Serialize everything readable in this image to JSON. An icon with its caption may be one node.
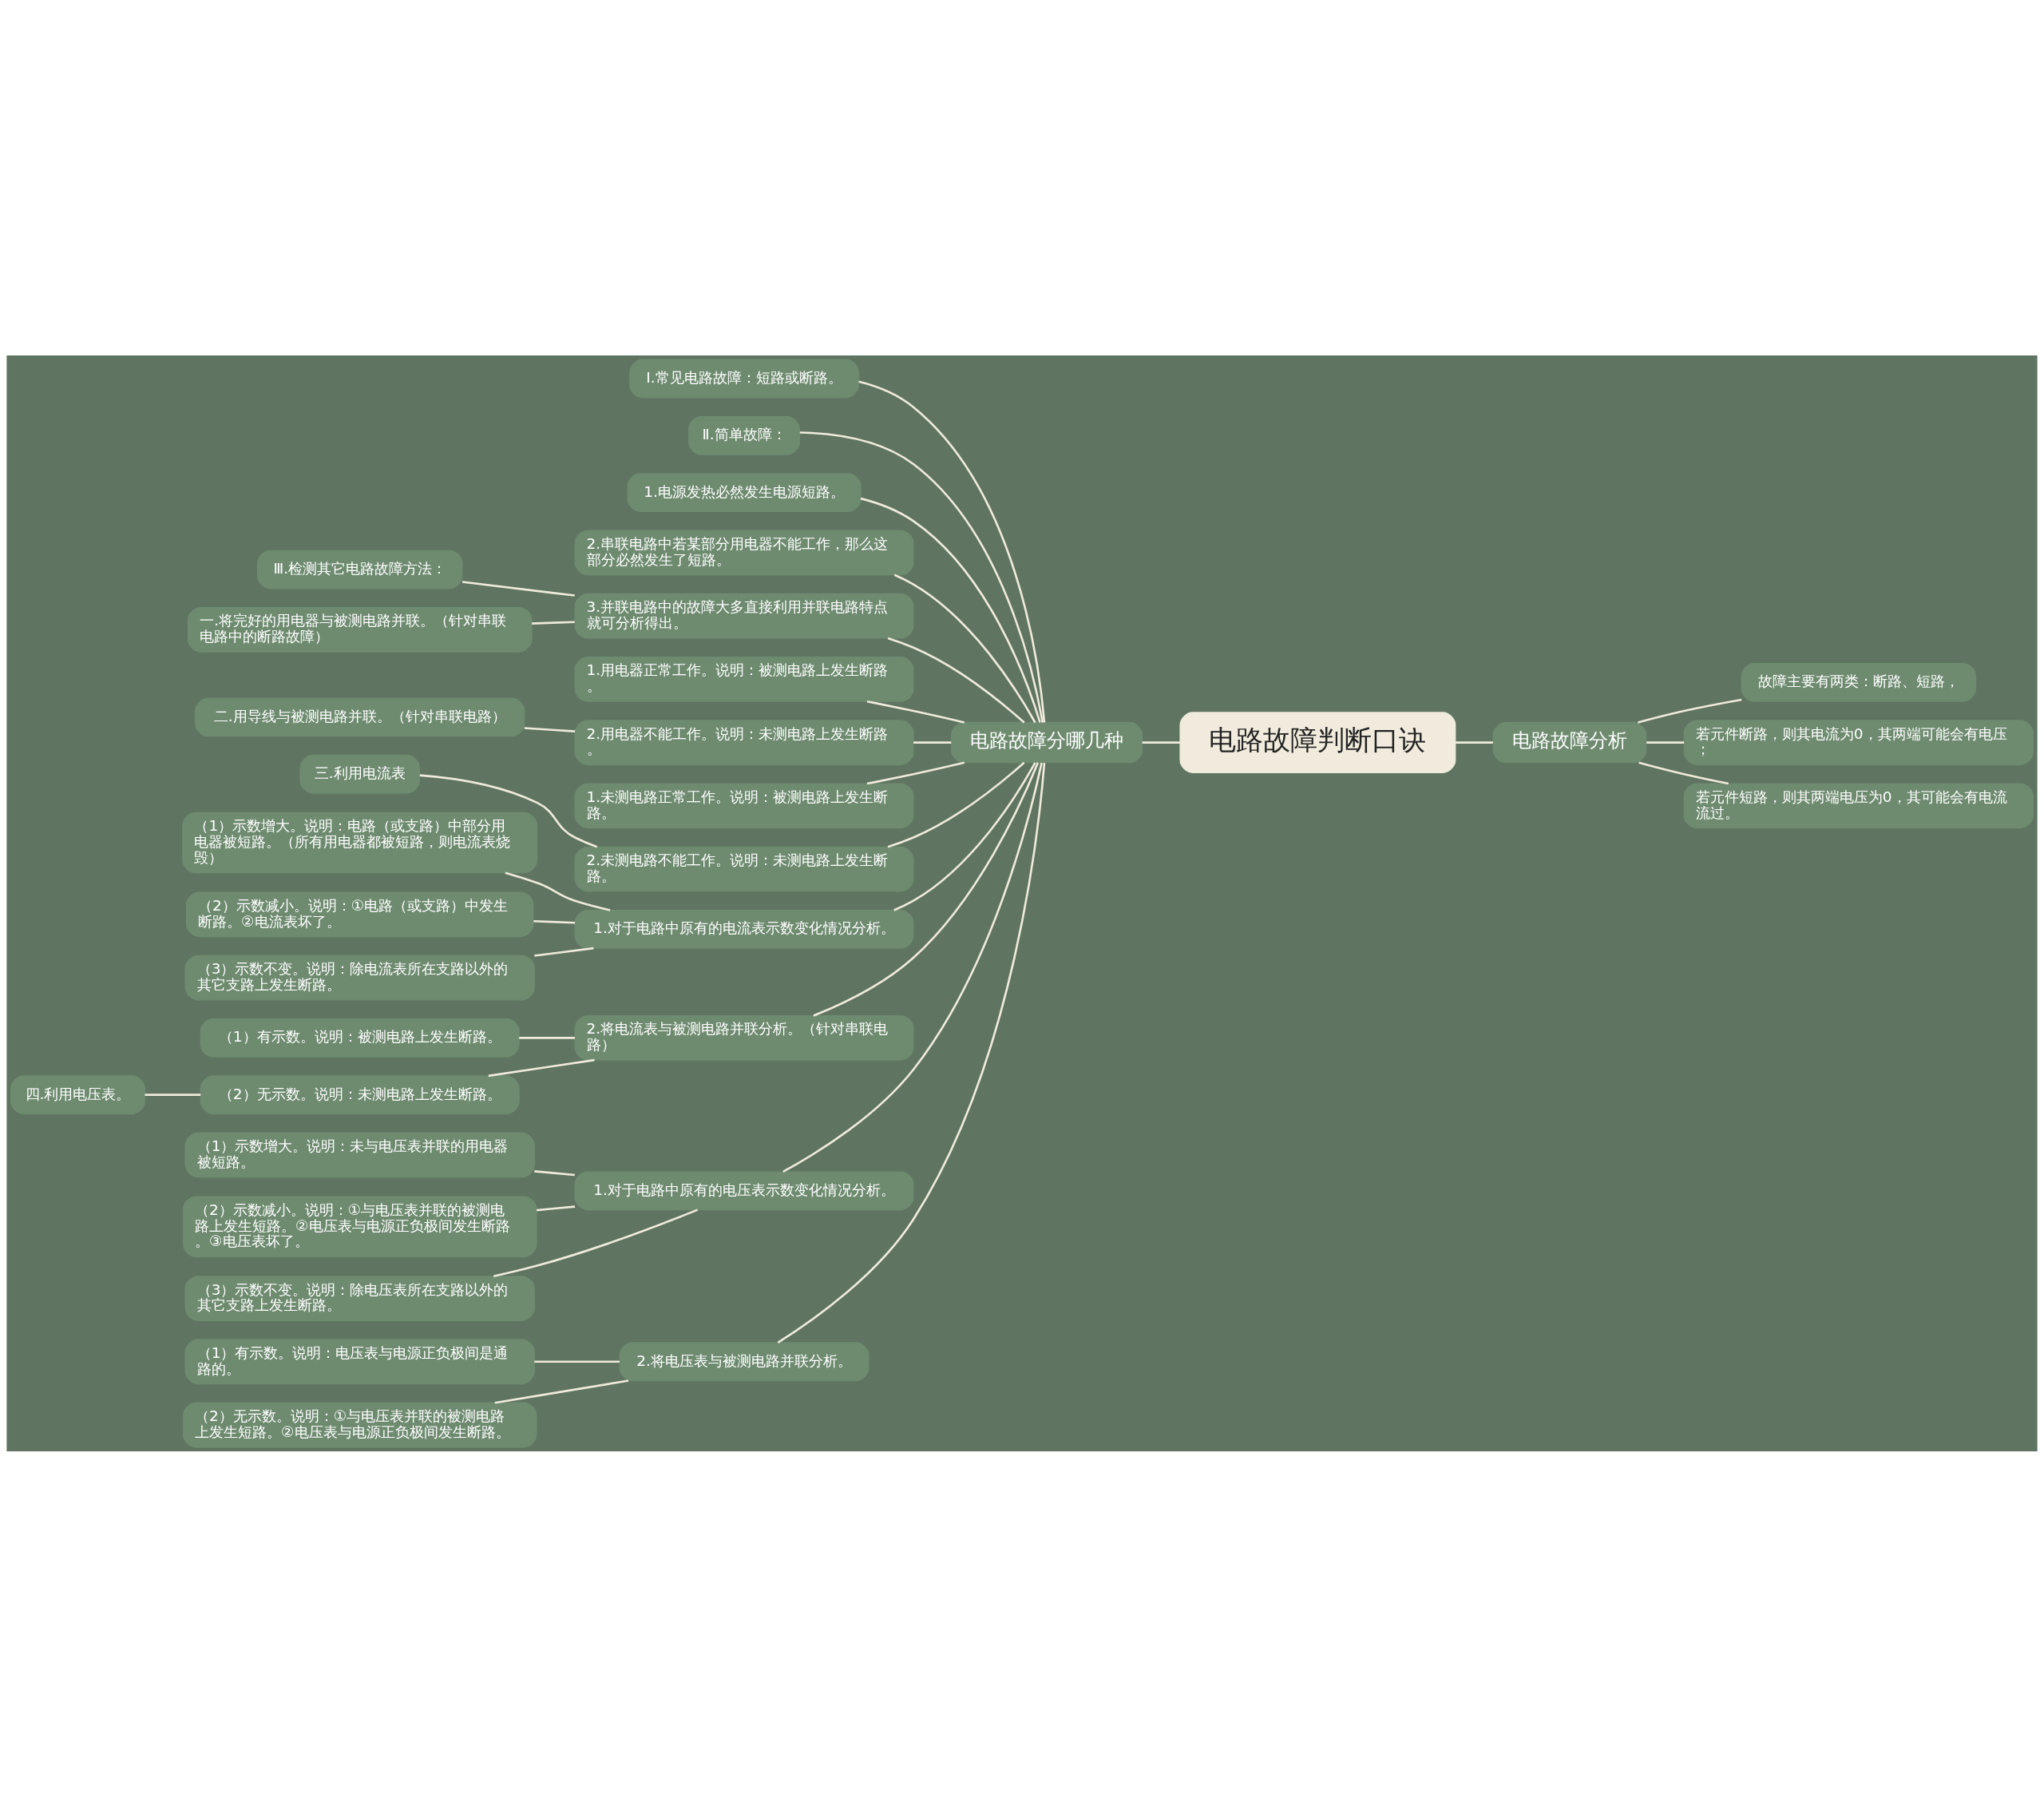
{
  "diagram": {
    "nodes": [
      {
        "text": [
          "电路故障判断口诀"
        ]
      },
      {
        "text": [
          "电路故障分哪几种"
        ]
      },
      {
        "text": [
          "Ⅰ.常见电路故障：短路或断路。"
        ]
      },
      {
        "text": [
          "Ⅱ.简单故障："
        ]
      },
      {
        "text": [
          "1.电源发热必然发生电源短路。"
        ]
      },
      {
        "text": [
          "2.串联电路中若某部分用电器不能工作，那么这部分必然发生了短路。"
        ]
      },
      {
        "text": [
          "3.并联电路中的故障大多直接利用并联电路特点就可分析得出。"
        ]
      },
      {
        "text": [
          "Ⅲ.检测其它电路故障方法："
        ]
      },
      {
        "text": [
          "一.将完好的用电器与被测电路并联。（针对串联电路中的断路故障）"
        ]
      },
      {
        "text": [
          "1.用电器正常工作。说明：被测电路上发生断路。"
        ]
      },
      {
        "text": [
          "2.用电器不能工作。说明：未测电路上发生断路。"
        ]
      },
      {
        "text": [
          "二.用导线与被测电路并联。（针对串联电路）"
        ]
      },
      {
        "text": [
          "1.未测电路正常工作。说明：被测电路上发生断路。"
        ]
      },
      {
        "text": [
          "2.未测电路不能工作。说明：未测电路上发生断路。"
        ]
      },
      {
        "text": [
          "三.利用电流表"
        ]
      },
      {
        "text": [
          "1.对于电路中原有的电流表示数变化情况分析。"
        ]
      },
      {
        "text": [
          "（1）示数增大。说明：电路（或支路）中部分用电器被短路。（所有用电器都被短路，则电流表烧毁）"
        ]
      },
      {
        "text": [
          "（2）示数减小。说明：①电路（或支路）中发生断路。②电流表坏了。"
        ]
      },
      {
        "text": [
          "（3）示数不变。说明：除电流表所在支路以外的其它支路上发生断路。"
        ]
      },
      {
        "text": [
          "2.将电流表与被测电路并联分析。（针对串联电路）"
        ]
      },
      {
        "text": [
          "（1）有示数。说明：被测电路上发生断路。"
        ]
      },
      {
        "text": [
          "（2）无示数。说明：未测电路上发生断路。"
        ]
      },
      {
        "text": [
          "四.利用电压表。"
        ]
      },
      {
        "text": [
          "1.对于电路中原有的电压表示数变化情况分析。"
        ]
      },
      {
        "text": [
          "（1）示数增大。说明：未与电压表并联的用电器被短路。"
        ]
      },
      {
        "text": [
          "（2）示数减小。说明：①与电压表并联的被测电路上发生短路。②电压表与电源正负极间发生断路。③电压表坏了。"
        ]
      },
      {
        "text": [
          "（3）示数不变。说明：除电压表所在支路以外的其它支路上发生断路。"
        ]
      },
      {
        "text": [
          "2.将电压表与被测电路并联分析。"
        ]
      },
      {
        "text": [
          "（1）有示数。说明：电压表与电源正负极间是通路的。"
        ]
      },
      {
        "text": [
          "（2）无示数。说明：①与电压表并联的被测电路上发生短路。②电压表与电源正负极间发生断路。"
        ]
      },
      {
        "text": [
          "电路故障分析"
        ]
      },
      {
        "text": [
          "故障主要有两类：断路、短路，"
        ]
      },
      {
        "text": [
          "若元件断路，则其电流为0，其两端可能会有电压；"
        ]
      },
      {
        "text": [
          "若元件短路，则其两端电压为0，其可能会有电流流过。"
        ]
      }
    ],
    "edges": [
      {
        "from": 1,
        "to": 0,
        "arrow": "none"
      },
      {
        "from": 2,
        "to": 1,
        "arrow": "none"
      },
      {
        "from": 3,
        "to": 1,
        "arrow": "none"
      },
      {
        "from": 4,
        "to": 1,
        "arrow": "none"
      },
      {
        "from": 5,
        "to": 1,
        "arrow": "none"
      },
      {
        "from": 6,
        "to": 1,
        "arrow": "none"
      },
      {
        "from": 7,
        "to": 6,
        "arrow": "none"
      },
      {
        "from": 8,
        "to": 6,
        "arrow": "none"
      },
      {
        "from": 9,
        "to": 1,
        "arrow": "none"
      },
      {
        "from": 10,
        "to": 1,
        "arrow": "none"
      },
      {
        "from": 11,
        "to": 10,
        "arrow": "none"
      },
      {
        "from": 12,
        "to": 1,
        "arrow": "none"
      },
      {
        "from": 13,
        "to": 1,
        "arrow": "none"
      },
      {
        "from": 14,
        "to": 13,
        "arrow": "none"
      },
      {
        "from": 15,
        "to": 1,
        "arrow": "none"
      },
      {
        "from": 16,
        "to": 15,
        "arrow": "none"
      },
      {
        "from": 17,
        "to": 15,
        "arrow": "none"
      },
      {
        "from": 18,
        "to": 15,
        "arrow": "none"
      },
      {
        "from": 19,
        "to": 1,
        "arrow": "none"
      },
      {
        "from": 20,
        "to": 19,
        "arrow": "none"
      },
      {
        "from": 21,
        "to": 19,
        "arrow": "none"
      },
      {
        "from": 22,
        "to": 21,
        "arrow": "none"
      },
      {
        "from": 23,
        "to": 1,
        "arrow": "none"
      },
      {
        "from": 24,
        "to": 23,
        "arrow": "none"
      },
      {
        "from": 25,
        "to": 23,
        "arrow": "none"
      },
      {
        "from": 26,
        "to": 23,
        "arrow": "none"
      },
      {
        "from": 27,
        "to": 1,
        "arrow": "none"
      },
      {
        "from": 28,
        "to": 27,
        "arrow": "none"
      },
      {
        "from": 29,
        "to": 27,
        "arrow": "none"
      },
      {
        "from": 0,
        "to": 30,
        "arrow": "none"
      },
      {
        "from": 30,
        "to": 31,
        "arrow": "none"
      },
      {
        "from": 30,
        "to": 32,
        "arrow": "none"
      },
      {
        "from": 30,
        "to": 33,
        "arrow": "none"
      }
    ]
  }
}
